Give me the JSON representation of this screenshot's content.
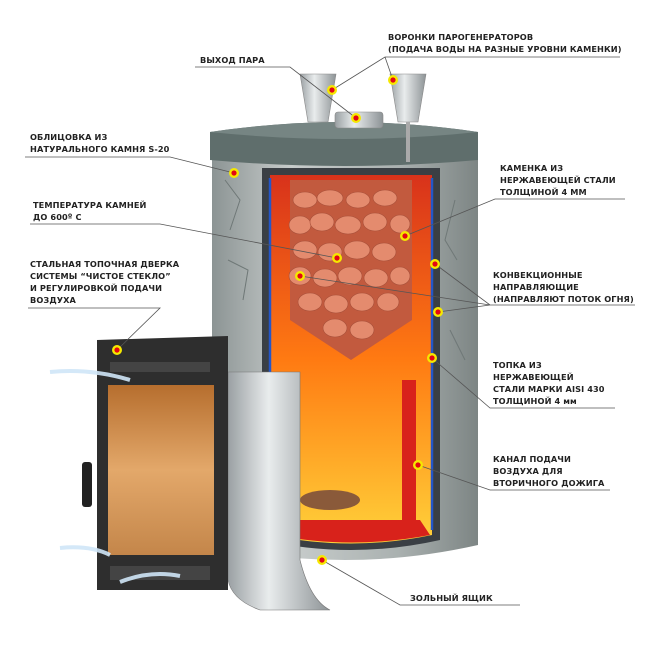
{
  "labels": {
    "funnels": [
      "ВОРОНКИ ПАРОГЕНЕРАТОРОВ",
      "(ПОДАЧА ВОДЫ НА РАЗНЫЕ УРОВНИ КАМЕНКИ)"
    ],
    "steam_outlet": [
      "ВЫХОД ПАРА"
    ],
    "cladding": [
      "ОБЛИЦОВКА ИЗ",
      "НАТУРАЛЬНОГО КАМНЯ S-20"
    ],
    "stone_temp": [
      "ТЕМПЕРАТУРА КАМНЕЙ",
      "ДО 600º С"
    ],
    "door": [
      "СТАЛЬНАЯ ТОПОЧНАЯ ДВЕРКА",
      "СИСТЕМЫ “ЧИСТОЕ СТЕКЛО”",
      "И РЕГУЛИРОВКОЙ ПОДАЧИ",
      "ВОЗДУХА"
    ],
    "heater": [
      "КАМЕНКА ИЗ",
      "НЕРЖАВЕЮЩЕЙ СТАЛИ",
      "ТОЛЩИНОЙ 4 ММ"
    ],
    "convection": [
      "КОНВЕКЦИОННЫЕ",
      "НАПРАВЛЯЮЩИЕ",
      "(НАПРАВЛЯЮТ ПОТОК ОГНЯ)"
    ],
    "firebox": [
      "ТОПКА ИЗ",
      "НЕРЖАВЕЮЩЕЙ",
      "СТАЛИ МАРКИ AISI 430",
      "ТОЛЩИНОЙ 4 мм"
    ],
    "air_channel": [
      "КАНАЛ ПОДАЧИ",
      "ВОЗДУХА ДЛЯ",
      "ВТОРИЧНОГО ДОЖИГА"
    ],
    "ash_box": [
      "ЗОЛЬНЫЙ ЯЩИК"
    ]
  },
  "colors": {
    "marker_ring": "#f5e800",
    "marker_dot": "#e30613",
    "lid": "#5f6e6c",
    "stone": "#b9bfbf",
    "fire": "#f05a12",
    "rocks": "#e48b6e",
    "door": "#2e2e2e",
    "glass": "#c98a4a"
  }
}
